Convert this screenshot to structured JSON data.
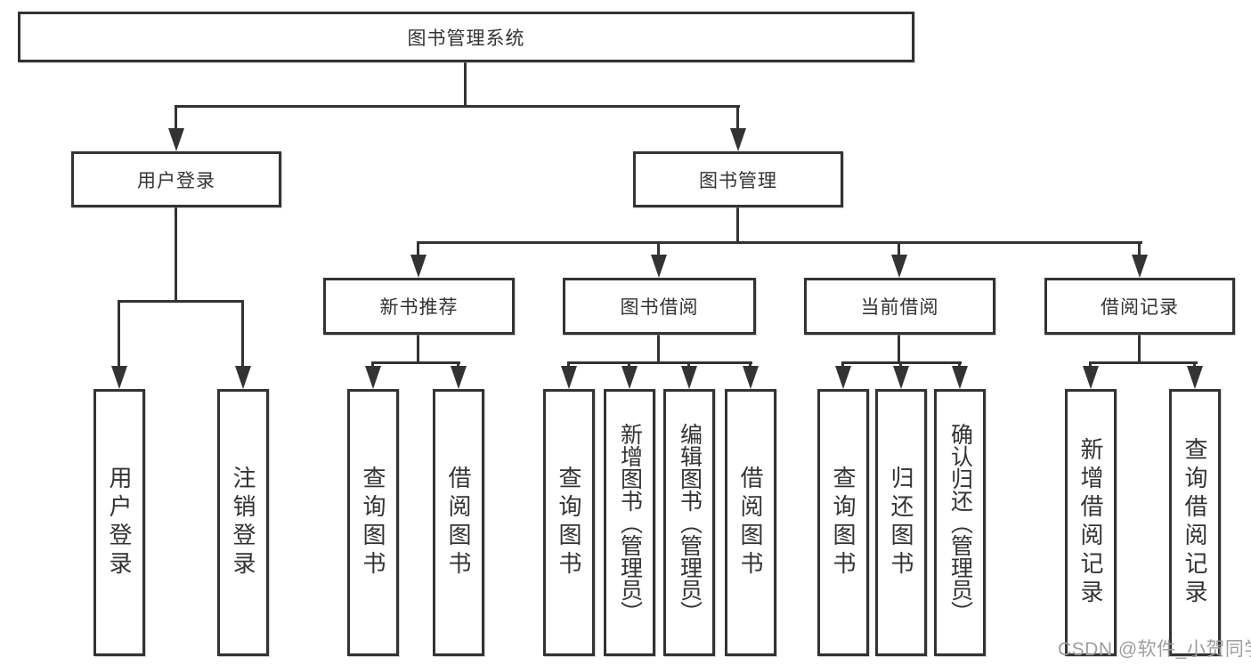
{
  "tree": {
    "root": {
      "label": "图书管理系统"
    },
    "branches": [
      {
        "label": "用户登录",
        "children": [
          {
            "label": "用户登录"
          },
          {
            "label": "注销登录"
          }
        ]
      },
      {
        "label": "图书管理",
        "children": [
          {
            "label": "新书推荐",
            "children": [
              {
                "label": "查询图书"
              },
              {
                "label": "借阅图书"
              }
            ]
          },
          {
            "label": "图书借阅",
            "children": [
              {
                "label": "查询图书"
              },
              {
                "label": "新增图书（管理员）"
              },
              {
                "label": "编辑图书（管理员）"
              },
              {
                "label": "借阅图书"
              }
            ]
          },
          {
            "label": "当前借阅",
            "children": [
              {
                "label": "查询图书"
              },
              {
                "label": "归还图书"
              },
              {
                "label": "确认归还（管理员）"
              }
            ]
          },
          {
            "label": "借阅记录",
            "children": [
              {
                "label": "新增借阅记录"
              },
              {
                "label": "查询借阅记录"
              }
            ]
          }
        ]
      }
    ]
  },
  "watermark": "CSDN @软件_小贺同学",
  "colors": {
    "line": "#333333",
    "text": "#333333",
    "background": "#ffffff",
    "watermark": "#9e9e9e"
  }
}
